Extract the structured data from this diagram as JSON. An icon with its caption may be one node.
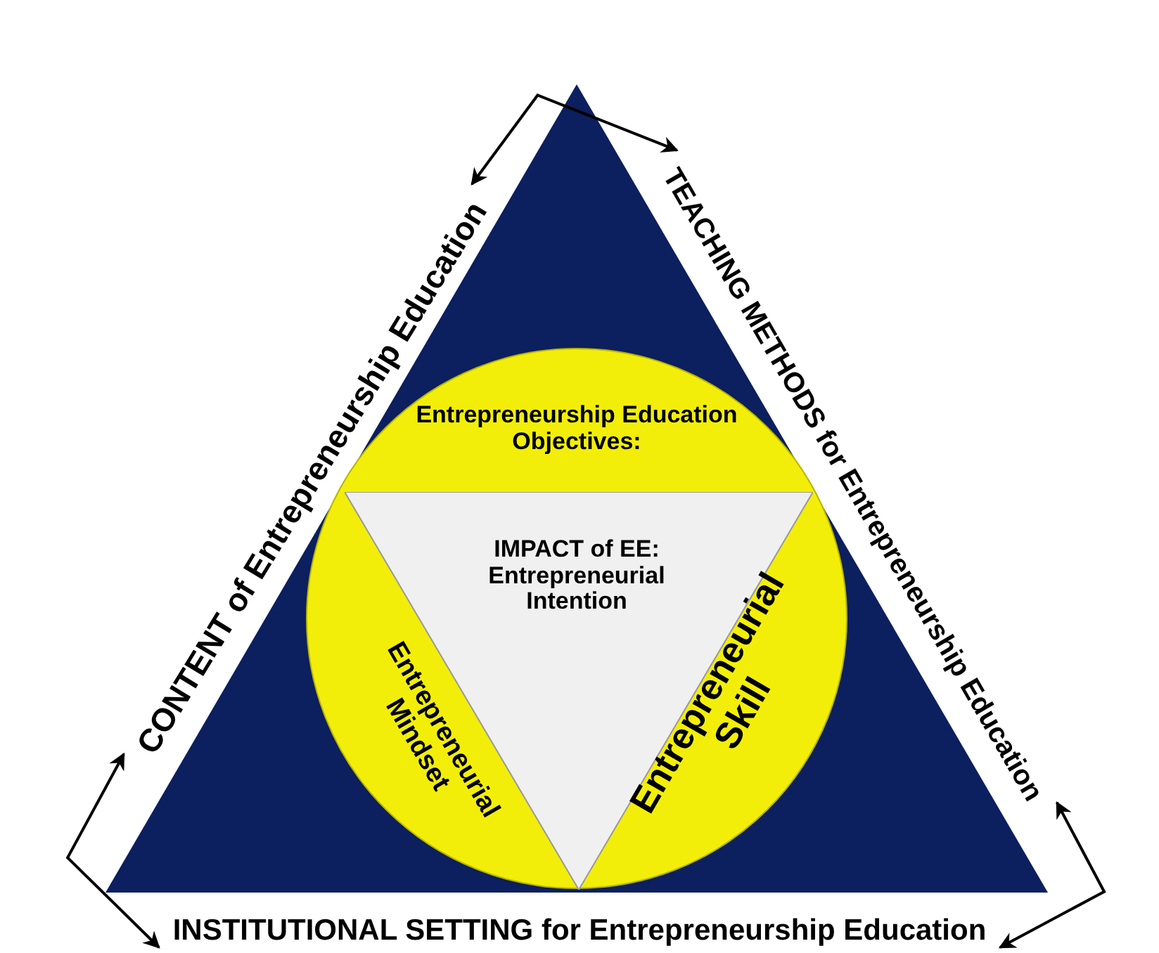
{
  "diagram": {
    "nodes": [
      {
        "text": [
          "CONTENT of Entrepreneurship Education"
        ]
      },
      {
        "text": [
          "TEACHING METHODS for Entrepreneurship Education"
        ]
      },
      {
        "text": [
          "INSTITUTIONAL SETTING for Entrepreneurship Education"
        ]
      },
      {
        "text": [],
        "shape": "triangle"
      },
      {
        "text": [
          "Entrepreneurship Education Objectives:",
          "Entrepreneurial Mindset",
          "Entrepreneurial Skill"
        ],
        "in": 3
      },
      {
        "text": [
          "IMPACT of EE: Entrepreneurial Intention"
        ],
        "in": 4
      }
    ],
    "edges": [
      {
        "from": 0,
        "to": 1,
        "arrow": "both"
      },
      {
        "from": 0,
        "to": 2,
        "arrow": "both"
      },
      {
        "from": 1,
        "to": 2,
        "arrow": "both"
      }
    ]
  }
}
